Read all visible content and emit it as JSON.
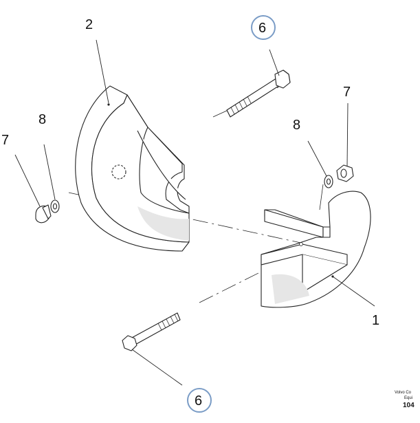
{
  "callouts": {
    "c2": "2",
    "c6_top": "6",
    "c7_right": "7",
    "c8_left": "8",
    "c7_left": "7",
    "c8_right": "8",
    "c1": "1",
    "c6_bottom": "6"
  },
  "corner_text": {
    "line1": "Volvo Co",
    "line2": "Equi",
    "line3": "104"
  },
  "colors": {
    "highlight_ring": "#7a9cc6"
  }
}
